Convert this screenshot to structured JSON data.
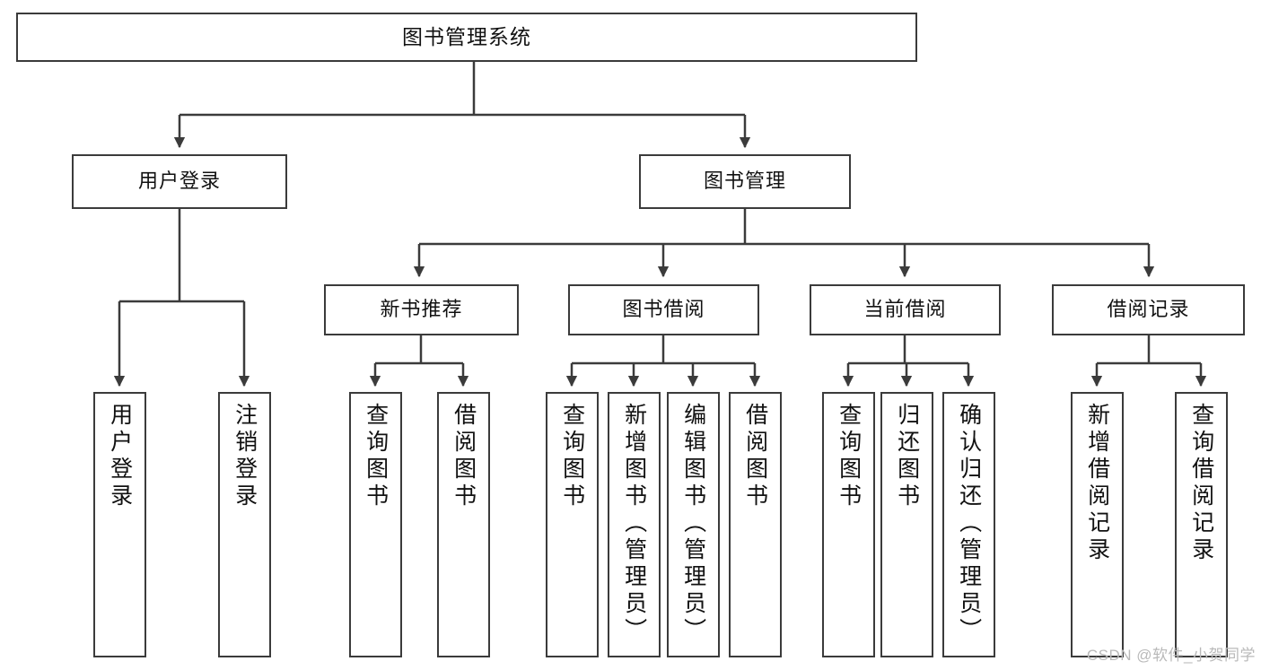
{
  "diagram": {
    "type": "tree-hierarchy-chart",
    "title": "图书管理系统",
    "line_color": "#3b3b3b",
    "box_fill": "#ffffff",
    "text_color": "#111111",
    "nodes": {
      "root": {
        "label": "图书管理系统"
      },
      "level2": [
        {
          "id": "user-login",
          "label": "用户登录"
        },
        {
          "id": "book-management",
          "label": "图书管理"
        }
      ],
      "level3": [
        {
          "id": "new-book-recommend",
          "label": "新书推荐"
        },
        {
          "id": "book-borrow",
          "label": "图书借阅"
        },
        {
          "id": "current-borrow",
          "label": "当前借阅"
        },
        {
          "id": "borrow-record",
          "label": "借阅记录"
        }
      ],
      "leaves": {
        "user_login": [
          {
            "id": "leaf-user-login",
            "label": "用户登录"
          },
          {
            "id": "leaf-logout-login",
            "label": "注销登录"
          }
        ],
        "new_book_recommend": [
          {
            "id": "leaf-query-book-1",
            "label": "查询图书"
          },
          {
            "id": "leaf-borrow-book-1",
            "label": "借阅图书"
          }
        ],
        "book_borrow": [
          {
            "id": "leaf-query-book-2",
            "label": "查询图书"
          },
          {
            "id": "leaf-add-book-admin",
            "label": "新增图书（管理员）"
          },
          {
            "id": "leaf-edit-book-admin",
            "label": "编辑图书（管理员）"
          },
          {
            "id": "leaf-borrow-book-2",
            "label": "借阅图书"
          }
        ],
        "current_borrow": [
          {
            "id": "leaf-query-book-3",
            "label": "查询图书"
          },
          {
            "id": "leaf-return-book",
            "label": "归还图书"
          },
          {
            "id": "leaf-confirm-return-admin",
            "label": "确认归还（管理员）"
          }
        ],
        "borrow_record": [
          {
            "id": "leaf-add-borrow-record",
            "label": "新增借阅记录"
          },
          {
            "id": "leaf-query-borrow-record",
            "label": "查询借阅记录"
          }
        ]
      }
    }
  },
  "watermark": {
    "text": "CSDN @软件_小贺同学"
  }
}
